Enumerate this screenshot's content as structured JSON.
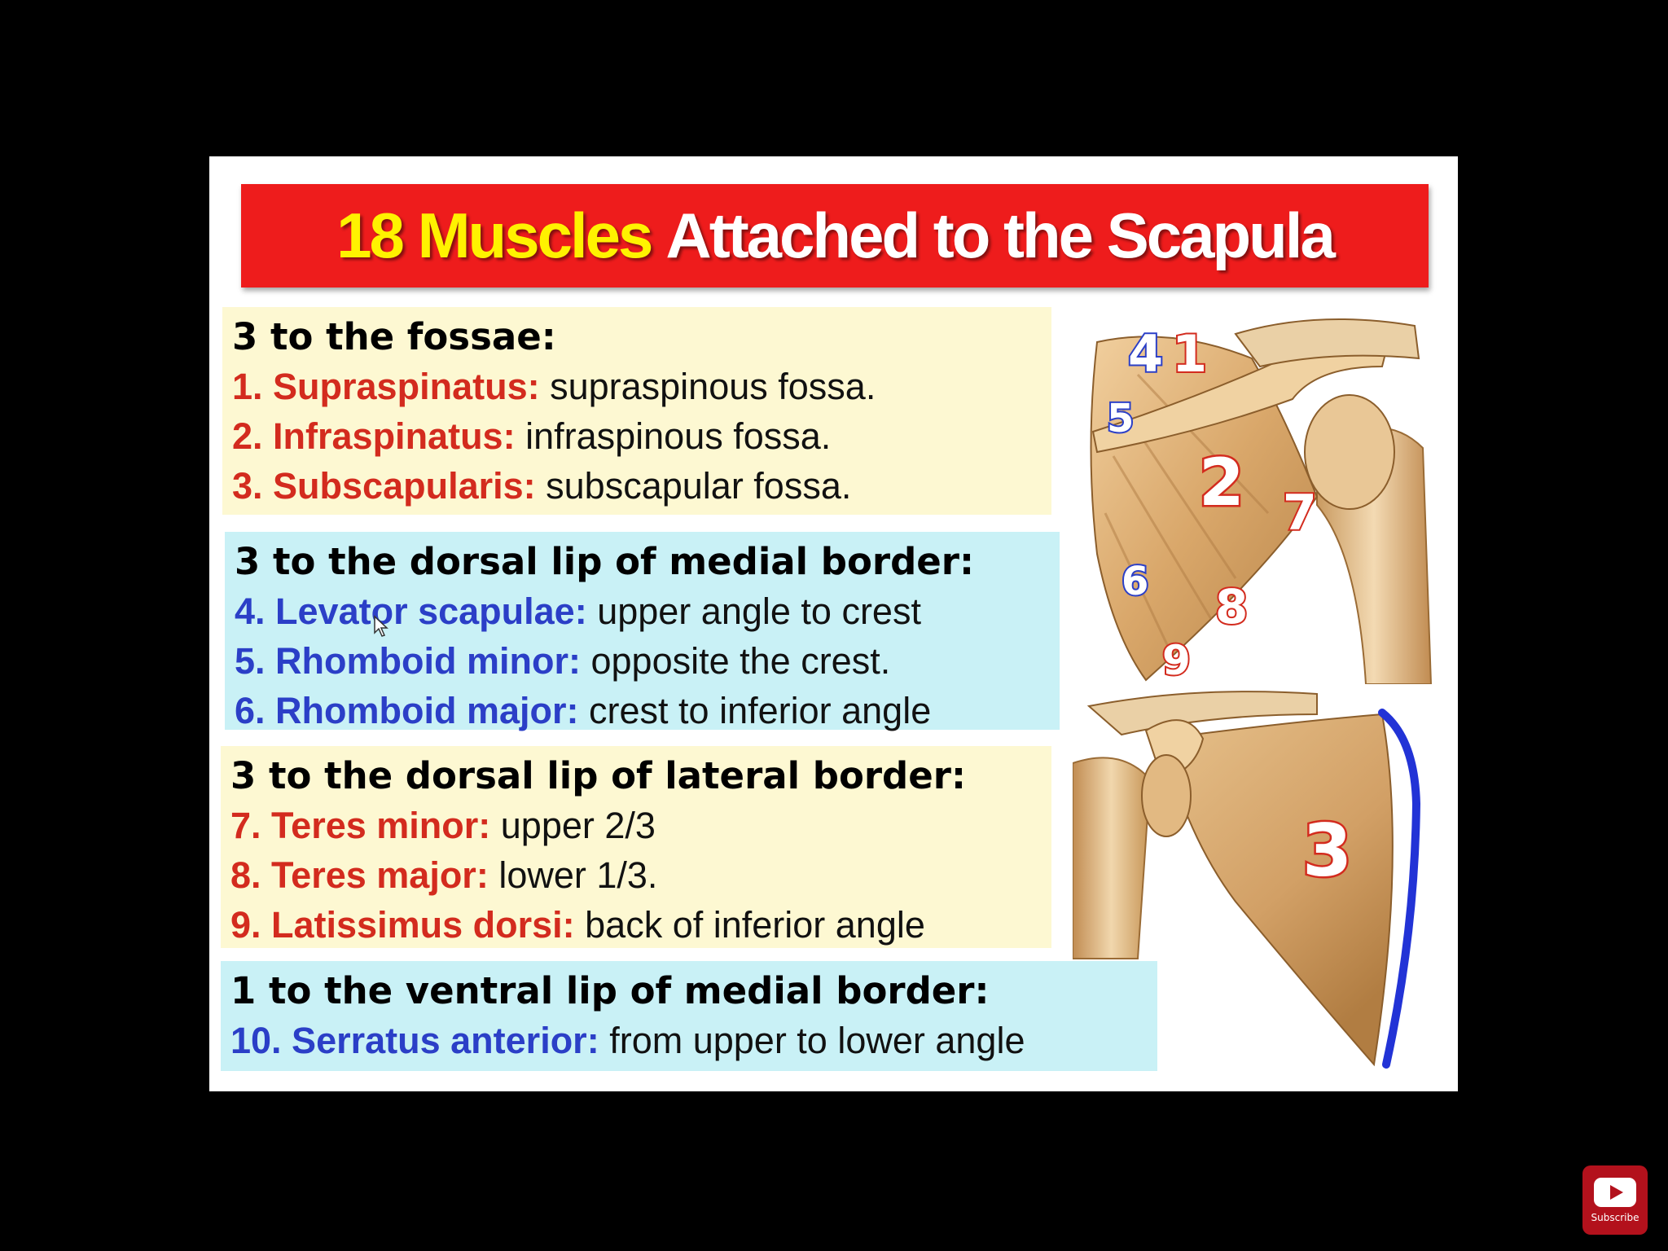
{
  "slide": {
    "title_highlight": "18 Muscles",
    "title_rest": "Attached to the Scapula",
    "sections": [
      {
        "heading": "3 to the fossae:",
        "items": [
          {
            "name": "1. Supraspinatus:",
            "desc": "supraspinous fossa.",
            "color": "#d32b1e"
          },
          {
            "name": "2. Infraspinatus:",
            "desc": "infraspinous fossa.",
            "color": "#d32b1e"
          },
          {
            "name": "3. Subscapularis:",
            "desc": "subscapular fossa.",
            "color": "#d32b1e"
          }
        ]
      },
      {
        "heading": "3 to the dorsal lip of medial border:",
        "items": [
          {
            "name": "4. Levator scapulae:",
            "desc": "upper angle to crest",
            "color": "#2b3fc7"
          },
          {
            "name": "5. Rhomboid minor:",
            "desc": "opposite the crest.",
            "color": "#2b3fc7"
          },
          {
            "name": "6. Rhomboid major:",
            "desc": "crest to inferior angle",
            "color": "#2b3fc7"
          }
        ]
      },
      {
        "heading": "3 to the dorsal lip of lateral border:",
        "items": [
          {
            "name": "7. Teres minor:",
            "desc": "upper 2/3",
            "color": "#d32b1e"
          },
          {
            "name": "8. Teres major:",
            "desc": "lower 1/3.",
            "color": "#d32b1e"
          },
          {
            "name": "9. Latissimus dorsi:",
            "desc": "back of inferior angle",
            "color": "#d32b1e"
          }
        ]
      },
      {
        "heading": "1 to the ventral lip of medial border:",
        "items": [
          {
            "name": "10. Serratus anterior:",
            "desc": "from upper to lower angle",
            "color": "#2b3fc7"
          }
        ]
      }
    ],
    "figure_labels": {
      "n1": "1",
      "n2": "2",
      "n3": "3",
      "n4": "4",
      "n5": "5",
      "n6": "6",
      "n7": "7",
      "n8": "8",
      "n9": "9"
    }
  },
  "youtube": {
    "label": "Subscribe",
    "icon": "youtube-play-icon"
  },
  "colors": {
    "banner": "#ee1c1c",
    "title_highlight": "#fff200",
    "red_text": "#d32b1e",
    "blue_text": "#2b3fc7",
    "yellow_panel": "#fdf8d2",
    "blue_panel": "#c9f1f6"
  }
}
